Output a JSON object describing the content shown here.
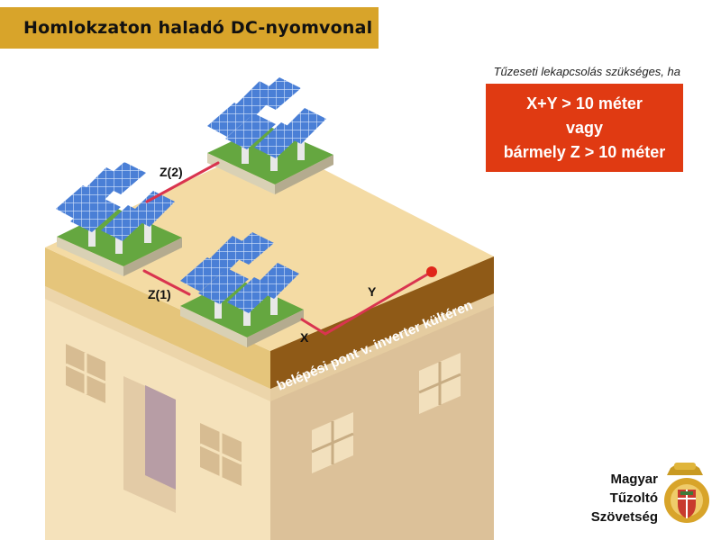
{
  "title": "Homlokzaton haladó DC-nyomvonal",
  "condition": {
    "caption": "Tűzeseti lekapcsolás szükséges, ha",
    "line1": "X+Y > 10 méter",
    "line2": "vagy",
    "line3": "bármely Z > 10 méter"
  },
  "labels": {
    "z2": "Z(2)",
    "z1": "Z(1)",
    "x": "X",
    "y": "Y",
    "entry": "belépési pont v. inverter kültéren"
  },
  "organization": {
    "line1": "Magyar",
    "line2": "Tűzoltó",
    "line3": "Szövetség"
  },
  "colors": {
    "title_bg": "#d8a42a",
    "condition_bg": "#e03a12",
    "dc_line": "#d9344f",
    "endpoint": "#e0261a"
  }
}
